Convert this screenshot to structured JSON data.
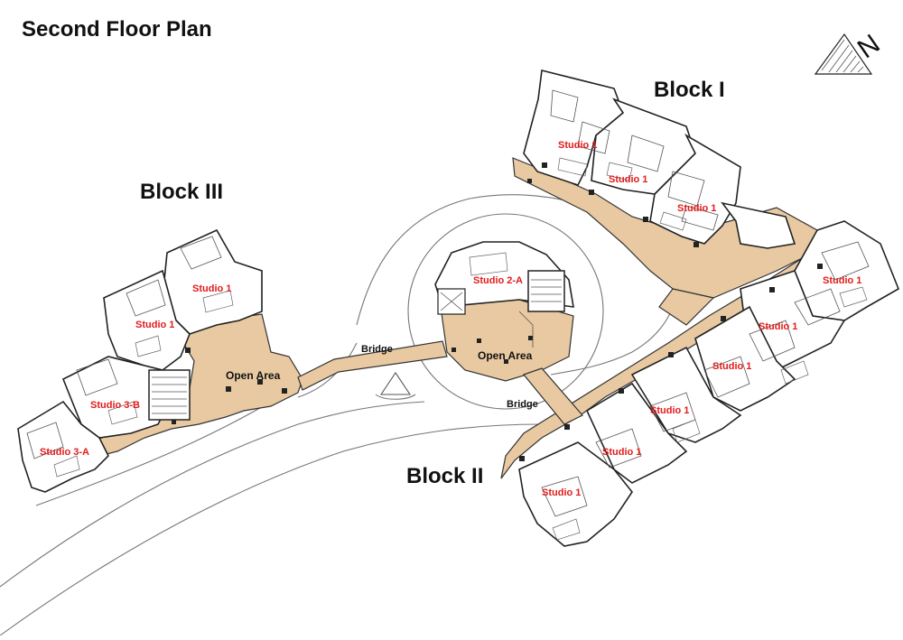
{
  "title": "Second Floor Plan",
  "north": {
    "label": "N",
    "icon": "north-arrow-icon"
  },
  "blocks": {
    "block1": "Block I",
    "block2": "Block II",
    "block3": "Block III"
  },
  "studios": {
    "b1_1": "Studio 1",
    "b1_2": "Studio 1",
    "b1_3": "Studio 1",
    "b2_1": "Studio 1",
    "b2_2": "Studio 1",
    "b2_3": "Studio 1",
    "b2_4": "Studio 1",
    "b2_5": "Studio 1",
    "b2_6": "Studio 1",
    "b3_1": "Studio 1",
    "b3_2": "Studio 1",
    "b3_3b": "Studio 3-B",
    "b3_3a": "Studio 3-A",
    "center_2a": "Studio 2-A"
  },
  "areas": {
    "open_left": "Open Area",
    "open_center": "Open Area"
  },
  "bridges": {
    "left": "Bridge",
    "right": "Bridge"
  },
  "colors": {
    "circulation": "#e8c9a1",
    "studio_label": "#e21b1b",
    "wall": "#222222"
  }
}
